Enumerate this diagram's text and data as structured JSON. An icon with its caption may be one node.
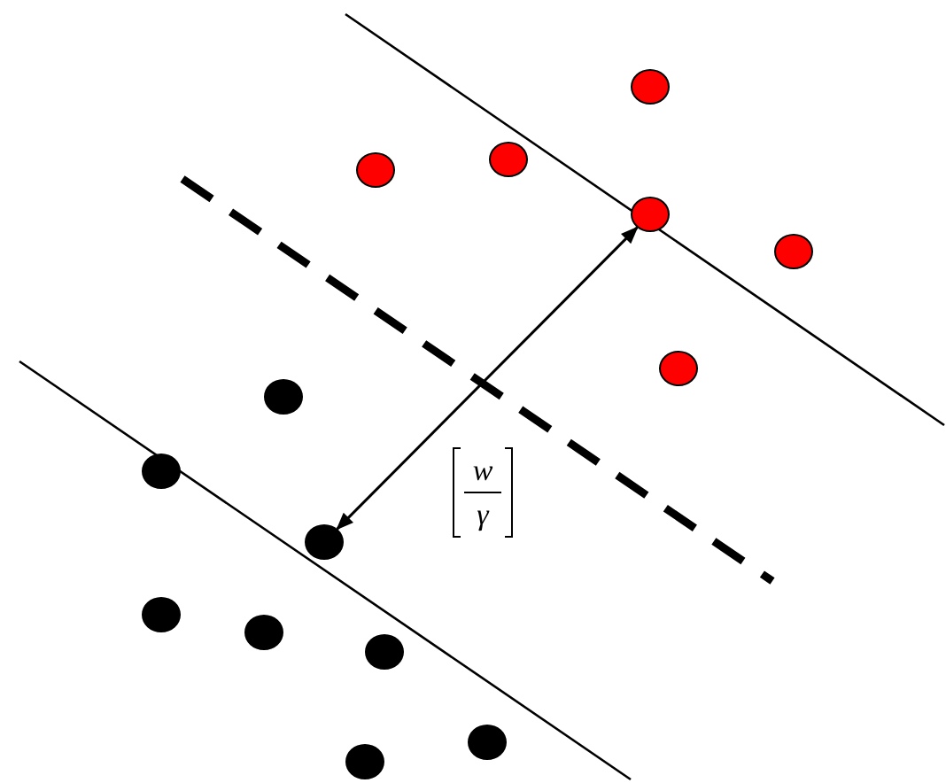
{
  "diagram": {
    "nodes": [
      {
        "text": [],
        "shape": "circle"
      },
      {
        "text": [],
        "shape": "circle"
      },
      {
        "text": [],
        "shape": "circle"
      },
      {
        "text": [],
        "shape": "circle"
      },
      {
        "text": [],
        "shape": "circle"
      },
      {
        "text": [],
        "shape": "circle"
      },
      {
        "text": [],
        "shape": "circle"
      },
      {
        "text": [],
        "shape": "circle"
      },
      {
        "text": [],
        "shape": "circle"
      },
      {
        "text": [],
        "shape": "circle"
      },
      {
        "text": [],
        "shape": "circle"
      },
      {
        "text": [],
        "shape": "circle"
      },
      {
        "text": [],
        "shape": "circle"
      },
      {
        "text": [],
        "shape": "circle"
      }
    ],
    "edges": [
      {
        "from": 8,
        "to": 3,
        "arrow": "both"
      }
    ],
    "labels": [
      "w",
      "γ"
    ]
  }
}
